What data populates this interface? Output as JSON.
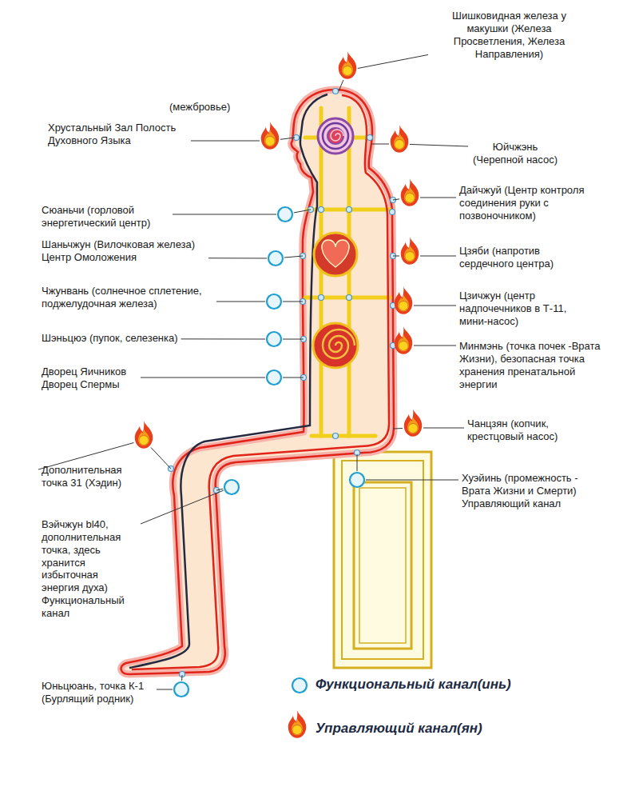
{
  "diagram": {
    "labels": [
      "Шишковидная железа у макушки (Железа Просветления, Железа Направления)",
      "(межбровье)",
      "Хрустальный Зал Полость Духовного Языка",
      "Юйчжэнь (Черепной насос)",
      "Сюаньчи (горловой энергетический центр)",
      "Дайчжуй (Центр контроля соединения руки с позвоночником)",
      "Шаньчжун (Вилочковая железа) Центр Омоложения",
      "Цзяби (напротив сердечного центра)",
      "Чжунвань (солнечное сплетение, поджелудочная железа)",
      "Цзичжун (центр надпочечников в Т-11, мини-насос)",
      "Шэньцюэ (пупок, селезенка)",
      "Минмэнь (точка почек -Врата Жизни), безопасная точка хранения пренатальной энергии",
      "Дворец Яичников Дворец Спермы",
      "Чанцзян (копчик, крестцовый насос)",
      "Дополнительная точка 31 (Хэдин)",
      "Хуэйинь (промежность - Врата Жизни и Смерти) Управляющий канал",
      "Вэйчжун bl40, дополнительная точка, здесь хранится избыточная энергия духа) Функциональный канал",
      "Юньцюань, точка К-1 (Бурлящий родник)"
    ],
    "legend": [
      {
        "text": "Функциональный канал(инь)"
      },
      {
        "text": "Управляющий канал(ян)"
      }
    ]
  }
}
